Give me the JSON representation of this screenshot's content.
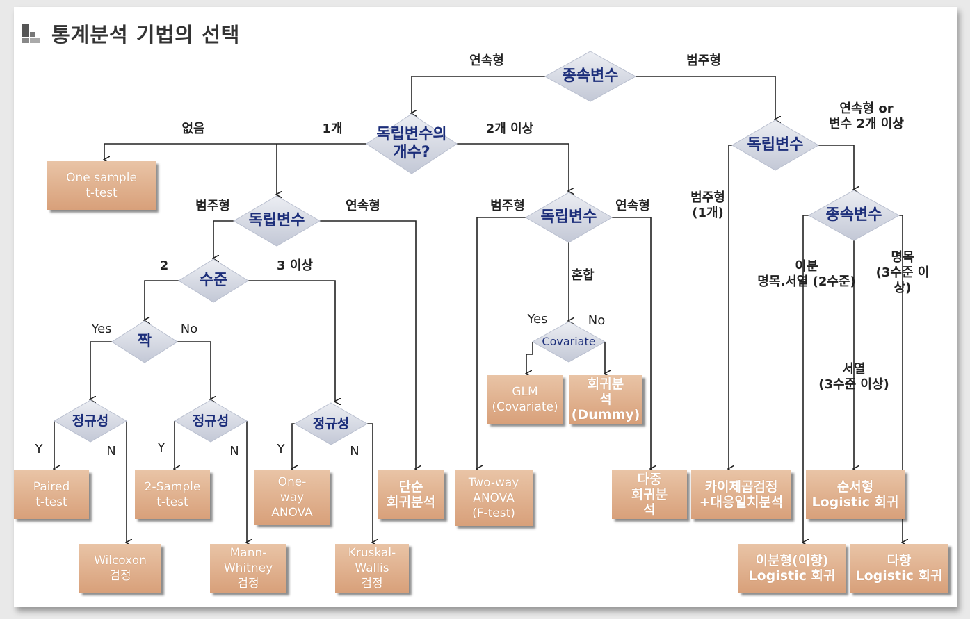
{
  "title": "통계분석 기법의 선택",
  "diamonds": {
    "dv_top": "종속변수",
    "iv_count": "독립변수의\n개수?",
    "iv_left": "독립변수",
    "level": "수준",
    "pair": "짝",
    "norm1": "정규성",
    "norm2": "정규성",
    "norm3": "정규성",
    "iv_mid": "독립변수",
    "covariate": "Covariate",
    "iv_right": "독립변수",
    "dv_right": "종속변수"
  },
  "boxes": {
    "one_sample": "One sample\nt-test",
    "paired": "Paired\nt-test",
    "two_sample": "2-Sample\nt-test",
    "one_way": "One-\nway\nANOVA",
    "simple_reg": "단순\n회귀분석",
    "wilcoxon": "Wilcoxon\n검정",
    "mann": "Mann-\nWhitney\n검정",
    "kruskal": "Kruskal-\nWallis\n검정",
    "two_way": "Two-way\nANOVA\n(F-test)",
    "glm": "GLM\n(Covariate)",
    "reg_dummy": "회귀분\n석\n(Dummy)",
    "multi_reg": "다중\n회귀분\n석",
    "chi": "카이제곱검정\n+대응일치분석",
    "ordinal": "순서형\nLogistic 회귀",
    "binary": "이분형(이항)\nLogistic 회귀",
    "multinom": "다항\nLogistic 회귀"
  },
  "edge_labels": {
    "continuous_top": "연속형",
    "categorical_top": "범주형",
    "none": "없음",
    "one": "1개",
    "two_plus": "2개 이상",
    "cont_or": "연속형 or\n변수 2개 이상",
    "cat_left": "범주형",
    "cont_left": "연속형",
    "lvl2": "2",
    "lvl3": "3 이상",
    "yes_pair": "Yes",
    "no_pair": "No",
    "y1": "Y",
    "n1": "N",
    "y2": "Y",
    "n2": "N",
    "y3": "Y",
    "n3": "N",
    "cat_mid": "범주형",
    "cont_mid": "연속형",
    "mixed": "혼합",
    "yes_cov": "Yes",
    "no_cov": "No",
    "cat_right": "범주형\n(1개)",
    "binary_lbl": "이분\n명목.서열 (2수준)",
    "nominal_lbl": "명목\n(3수준 이상)",
    "ordinal_lbl": "서열\n(3수준 이상)"
  }
}
